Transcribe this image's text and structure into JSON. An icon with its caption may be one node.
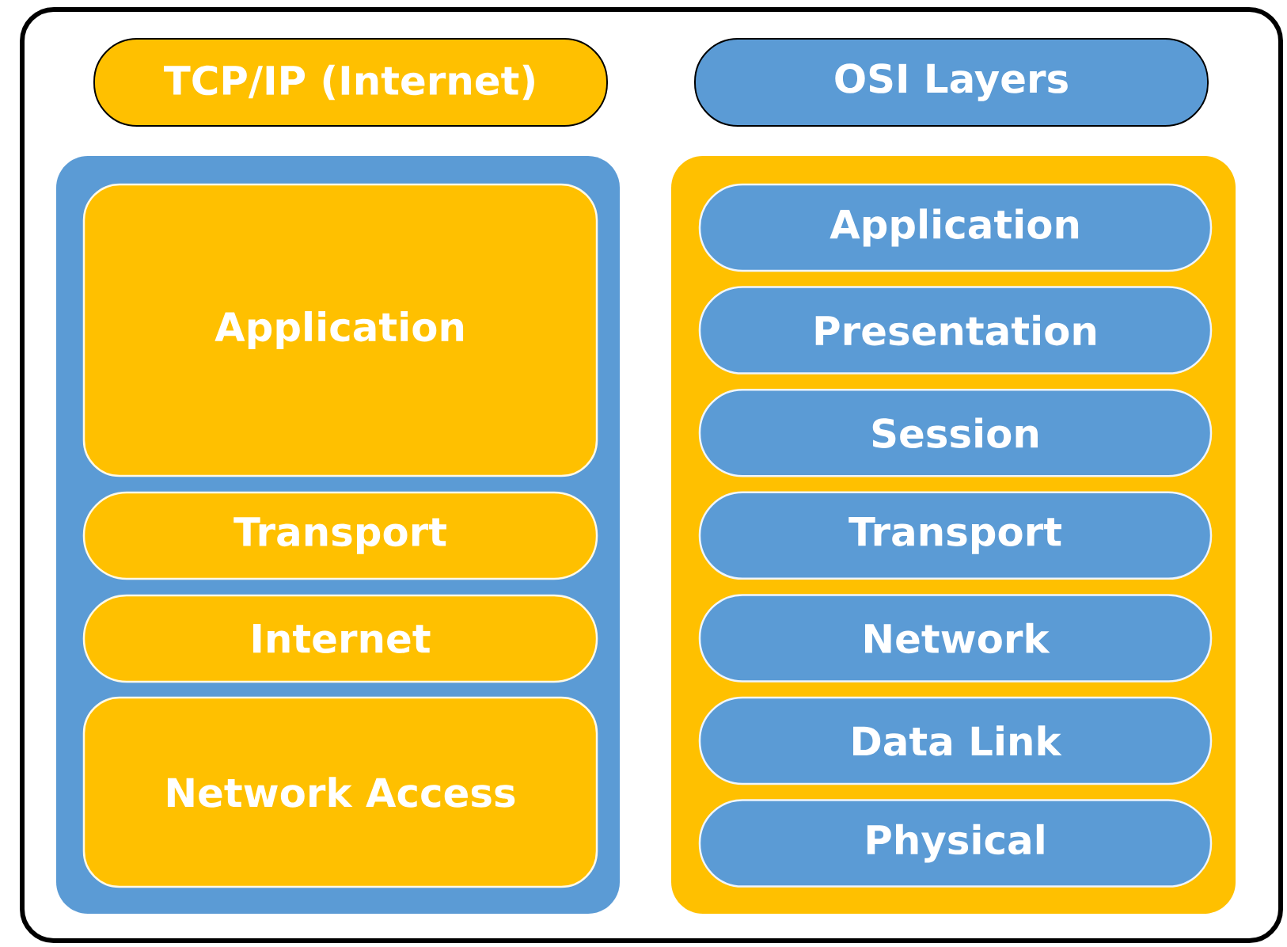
{
  "diagram": {
    "nodes": [
      {
        "text": [
          "TCP/IP (Internet)"
        ]
      },
      {
        "text": [
          "OSI Layers"
        ]
      },
      {
        "text": [],
        "shape": "box"
      },
      {
        "text": [
          "Application"
        ],
        "in": 2
      },
      {
        "text": [
          "Transport"
        ],
        "in": 2
      },
      {
        "text": [
          "Internet"
        ],
        "in": 2
      },
      {
        "text": [
          "Network Access"
        ],
        "in": 2
      },
      {
        "text": [],
        "shape": "box"
      },
      {
        "text": [
          "Application"
        ],
        "in": 7
      },
      {
        "text": [
          "Presentation"
        ],
        "in": 7
      },
      {
        "text": [
          "Session"
        ],
        "in": 7
      },
      {
        "text": [
          "Transport"
        ],
        "in": 7
      },
      {
        "text": [
          "Network"
        ],
        "in": 7
      },
      {
        "text": [
          "Data Link"
        ],
        "in": 7
      },
      {
        "text": [
          "Physical"
        ],
        "in": 7
      }
    ],
    "edges": []
  }
}
